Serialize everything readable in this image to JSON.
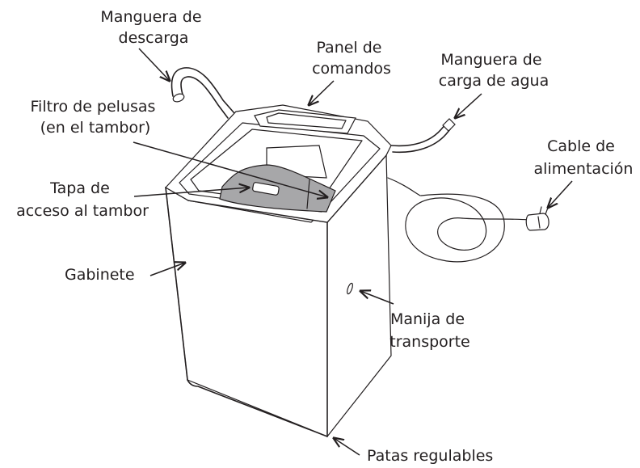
{
  "labels": {
    "manguera_descarga": [
      "Manguera de",
      "descarga"
    ],
    "panel_comandos": [
      "Panel de",
      "comandos"
    ],
    "manguera_carga": [
      "Manguera de",
      "carga de agua"
    ],
    "filtro_pelusas": [
      "Filtro de pelusas",
      "(en el tambor)"
    ],
    "cable_alimentacion": [
      "Cable de",
      "alimentación"
    ],
    "tapa_acceso": [
      "Tapa de",
      "acceso al tambor"
    ],
    "gabinete": "Gabinete",
    "manija_transporte": [
      "Manija de",
      "transporte"
    ],
    "patas_regulables": "Patas regulables"
  }
}
